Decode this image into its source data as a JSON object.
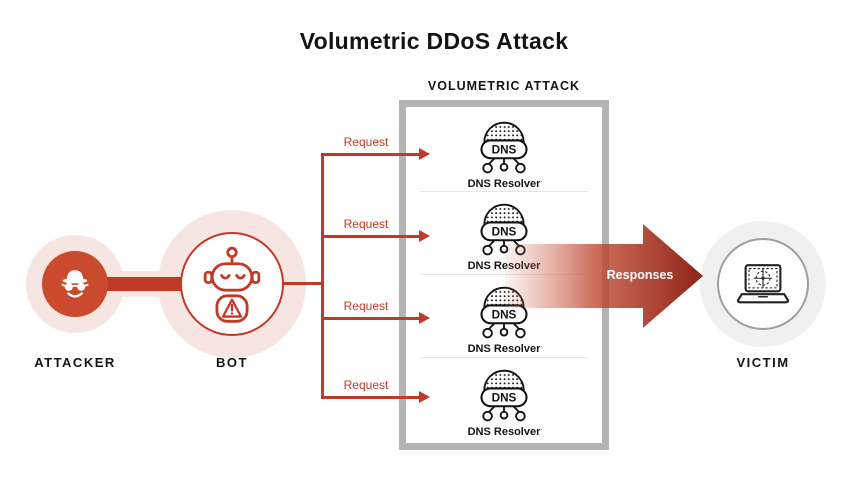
{
  "title": "Volumetric DDoS Attack",
  "attacker": {
    "label": "ATTACKER"
  },
  "bot": {
    "label": "BOT"
  },
  "attack_box": {
    "label": "VOLUMETRIC ATTACK",
    "resolvers": [
      {
        "name": "DNS",
        "label": "DNS Resolver"
      },
      {
        "name": "DNS",
        "label": "DNS Resolver"
      },
      {
        "name": "DNS",
        "label": "DNS Resolver"
      },
      {
        "name": "DNS",
        "label": "DNS Resolver"
      }
    ]
  },
  "requests": [
    {
      "label": "Request"
    },
    {
      "label": "Request"
    },
    {
      "label": "Request"
    },
    {
      "label": "Request"
    }
  ],
  "responses": {
    "label": "Responses"
  },
  "victim": {
    "label": "VICTIM"
  },
  "colors": {
    "accent": "#c13a27",
    "accent_dark": "#8e2318",
    "attacker_fill": "#c94a2d",
    "halo_pink": "#f6e5e0",
    "box_border": "#b3b3b3",
    "victim_halo": "#f0f0f0",
    "text": "#141414"
  }
}
